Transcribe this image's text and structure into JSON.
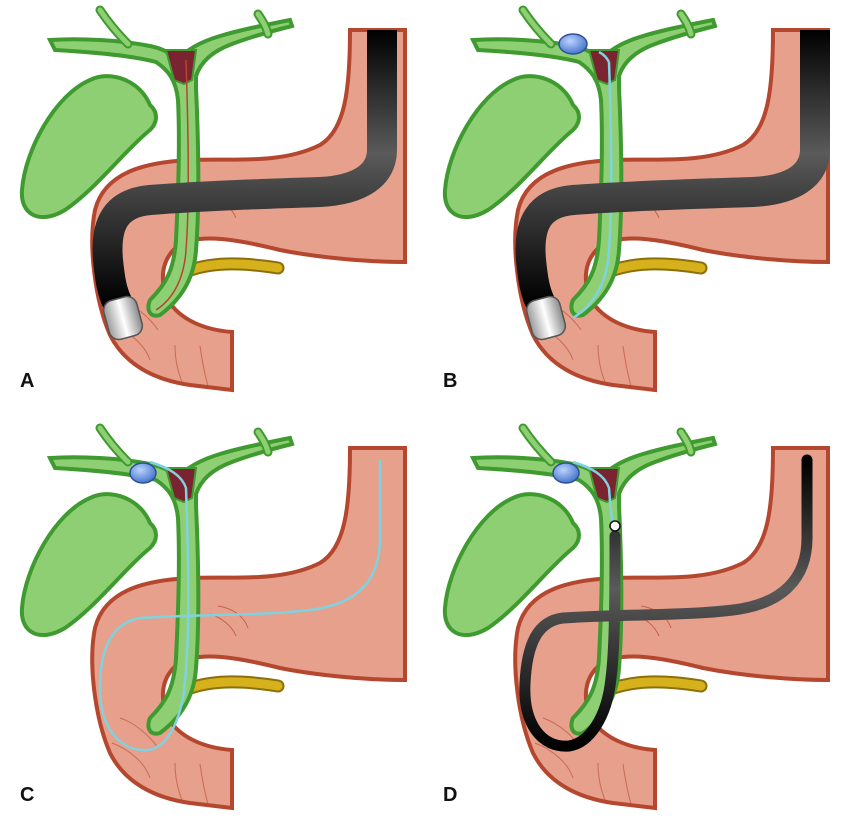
{
  "panels": [
    {
      "label": "A",
      "stage": "endoscope-in-duodenum-guidewire-in-bile-duct"
    },
    {
      "label": "B",
      "stage": "balloon-anchored-in-intrahepatic-duct"
    },
    {
      "label": "C",
      "stage": "endoscope-withdrawn-guidewire-left"
    },
    {
      "label": "D",
      "stage": "cholangioscope-advanced-over-guidewire"
    }
  ],
  "colors": {
    "liver_duct_fill": "#8fcf73",
    "liver_duct_outline": "#3f9a2f",
    "bowel_fill": "#e6a08c",
    "bowel_outline": "#b5472f",
    "endoscope": "#1b1b1b",
    "endoscope_tip": "#e8e8e8",
    "hilum": "#7a2431",
    "balloon": "#5b86d6",
    "guidewire": "#7fd3e0",
    "pancreatic_duct": "#d6b11b"
  }
}
